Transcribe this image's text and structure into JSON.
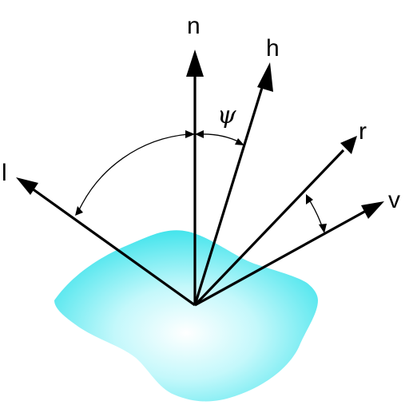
{
  "diagram": {
    "vectors": [
      {
        "id": "n",
        "label": "n"
      },
      {
        "id": "h",
        "label": "h"
      },
      {
        "id": "r",
        "label": "r"
      },
      {
        "id": "v",
        "label": "v"
      },
      {
        "id": "l",
        "label": "l"
      }
    ],
    "angle_label": "ψ",
    "colors": {
      "surface_light": "#e8fdff",
      "surface_mid": "#8cf0f4",
      "surface_edge": "#40e4ec",
      "line": "#000000"
    }
  }
}
